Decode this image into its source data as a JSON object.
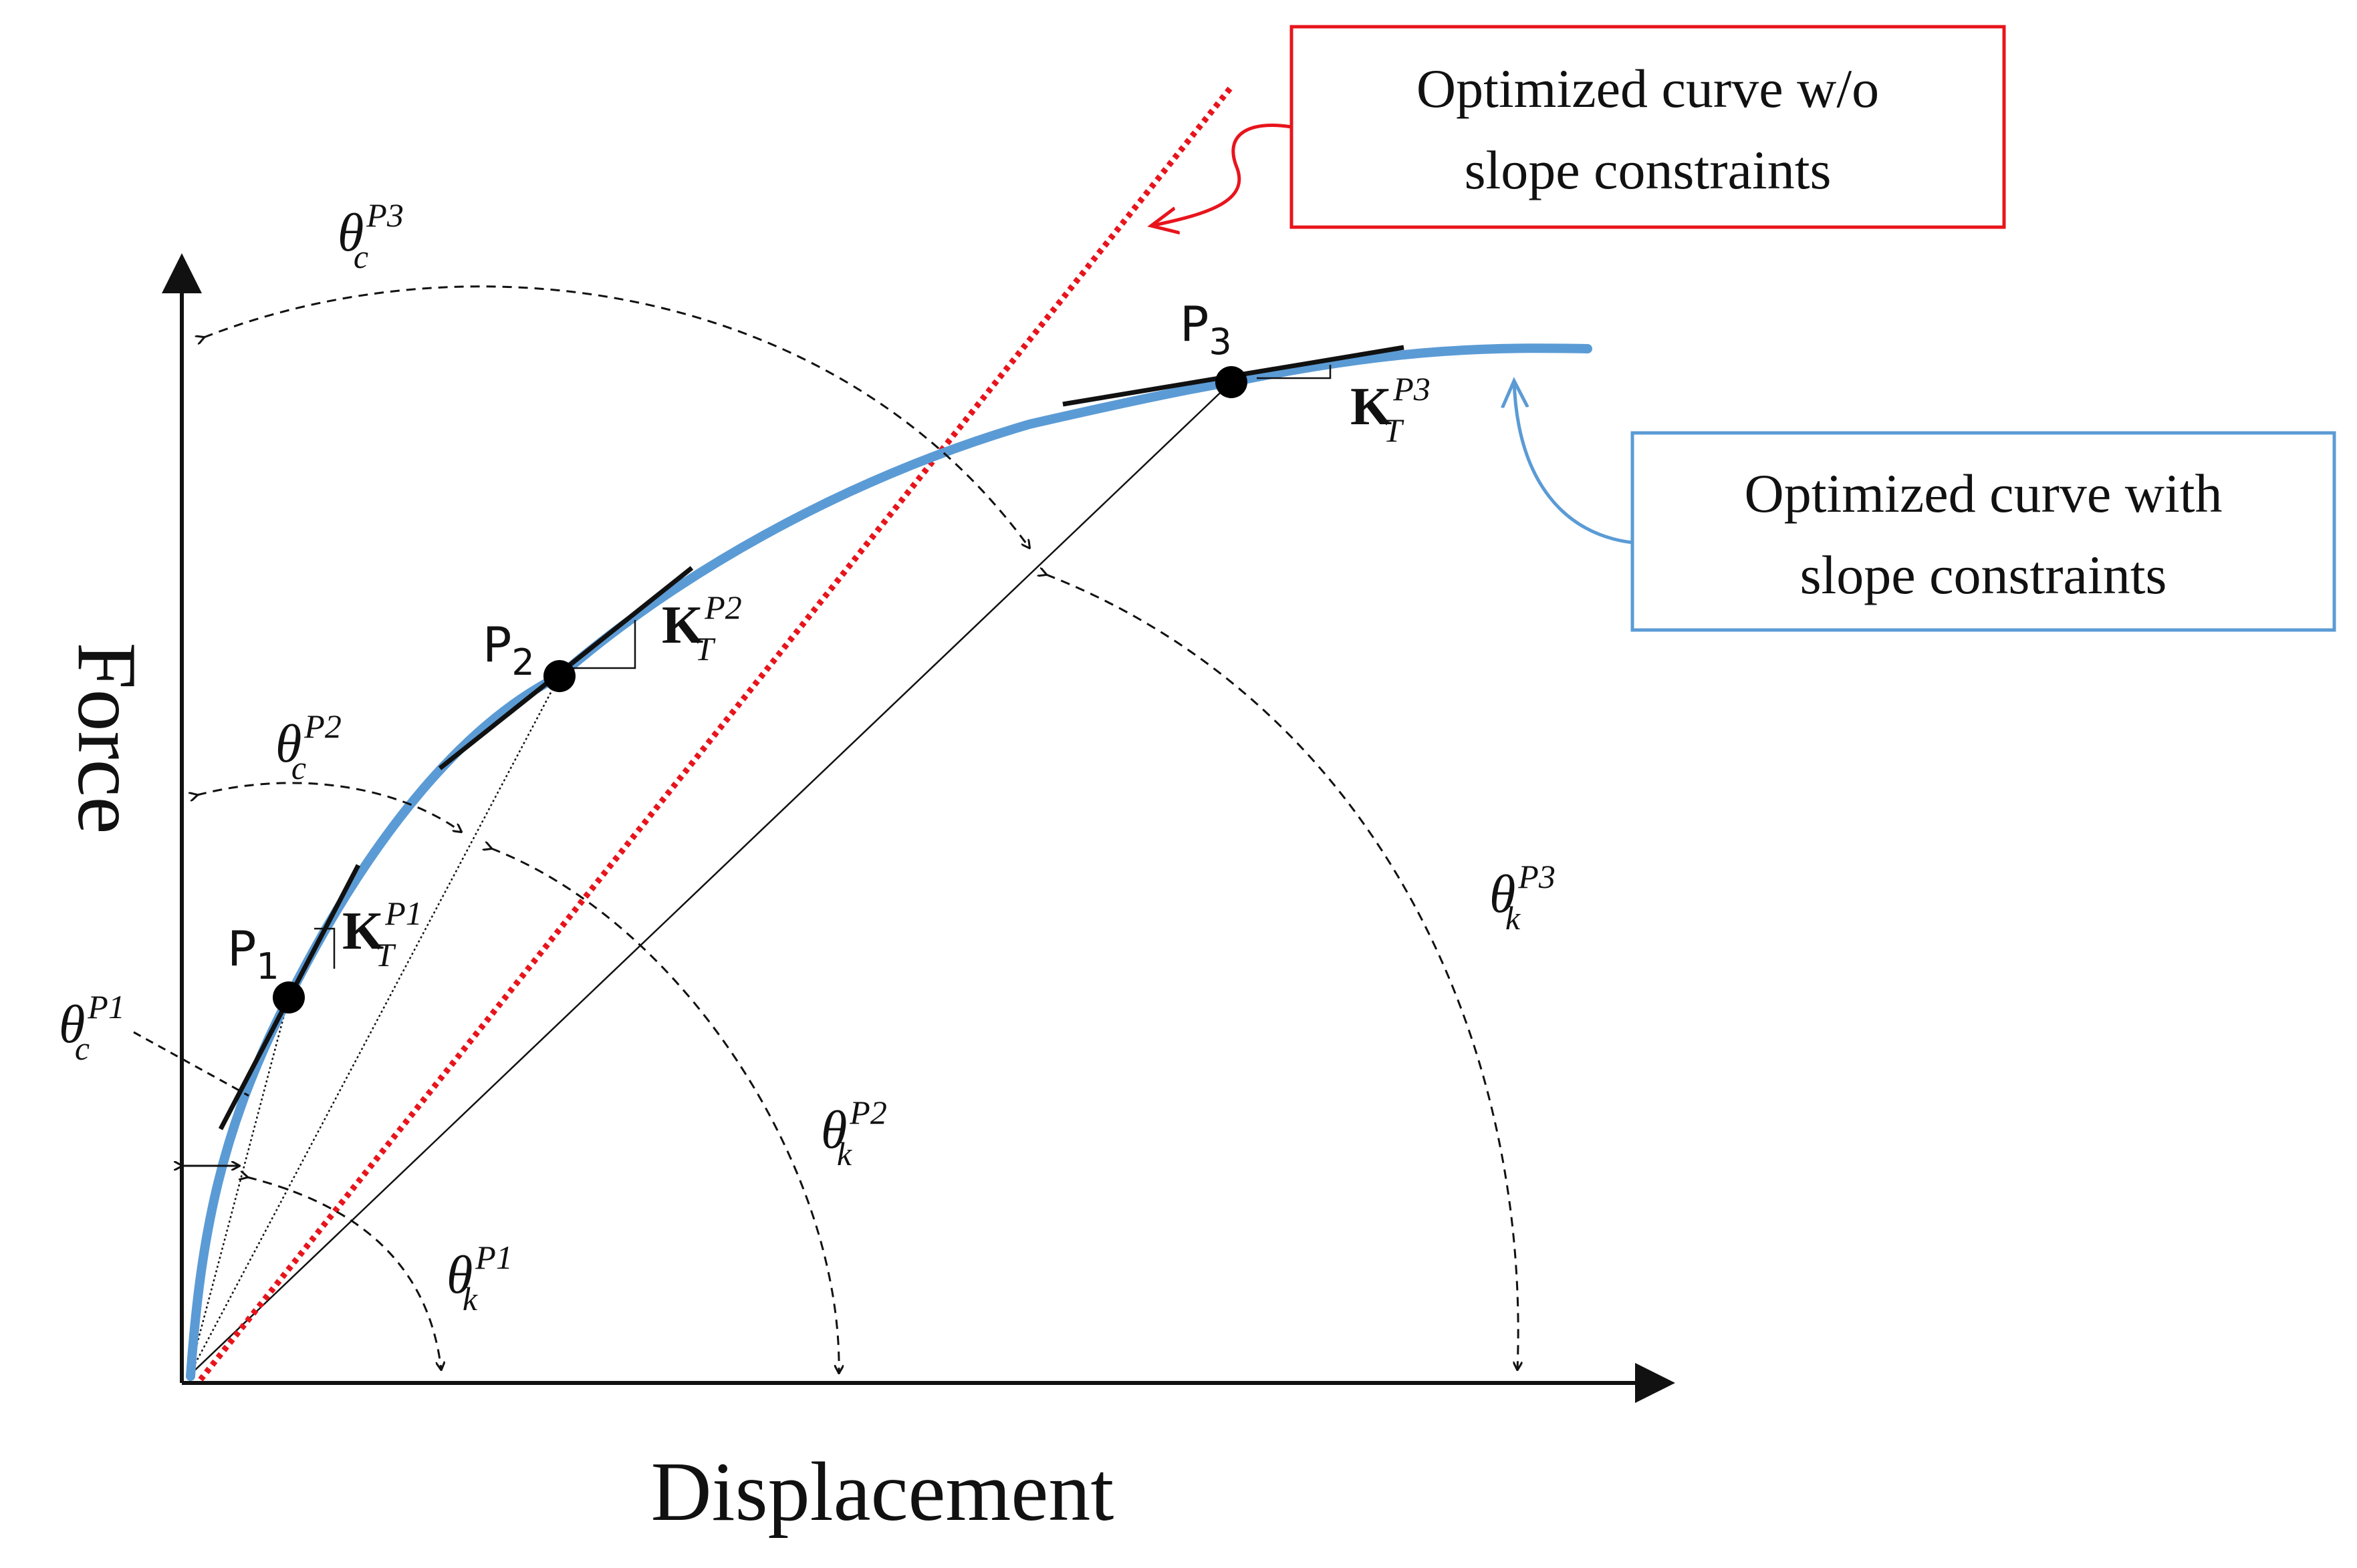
{
  "axes": {
    "x_label": "Displacement",
    "y_label": "Force"
  },
  "callouts": {
    "unconstrained": {
      "line1": "Optimized curve w/o",
      "line2": "slope constraints",
      "color": "#e8141c"
    },
    "constrained": {
      "line1": "Optimized curve with",
      "line2": "slope constraints",
      "color": "#5b9bd5"
    }
  },
  "points": [
    {
      "name": "P",
      "sub": "1"
    },
    {
      "name": "P",
      "sub": "2"
    },
    {
      "name": "P",
      "sub": "3"
    }
  ],
  "angles": {
    "theta_c_p1": {
      "symbol": "θ",
      "sub": "c",
      "sup": "P1"
    },
    "theta_c_p2": {
      "symbol": "θ",
      "sub": "c",
      "sup": "P2"
    },
    "theta_c_p3": {
      "symbol": "θ",
      "sub": "c",
      "sup": "P3"
    },
    "theta_k_p1": {
      "symbol": "θ",
      "sub": "k",
      "sup": "P1"
    },
    "theta_k_p2": {
      "symbol": "θ",
      "sub": "k",
      "sup": "P2"
    },
    "theta_k_p3": {
      "symbol": "θ",
      "sub": "k",
      "sup": "P3"
    }
  },
  "tangents": {
    "k_p1": {
      "symbol": "K",
      "sub": "T",
      "sup": "P1"
    },
    "k_p2": {
      "symbol": "K",
      "sub": "T",
      "sup": "P2"
    },
    "k_p3": {
      "symbol": "K",
      "sub": "T",
      "sup": "P3"
    }
  },
  "colors": {
    "curve": "#5b9bd5",
    "red_line": "#e8141c",
    "ink": "#111111"
  }
}
